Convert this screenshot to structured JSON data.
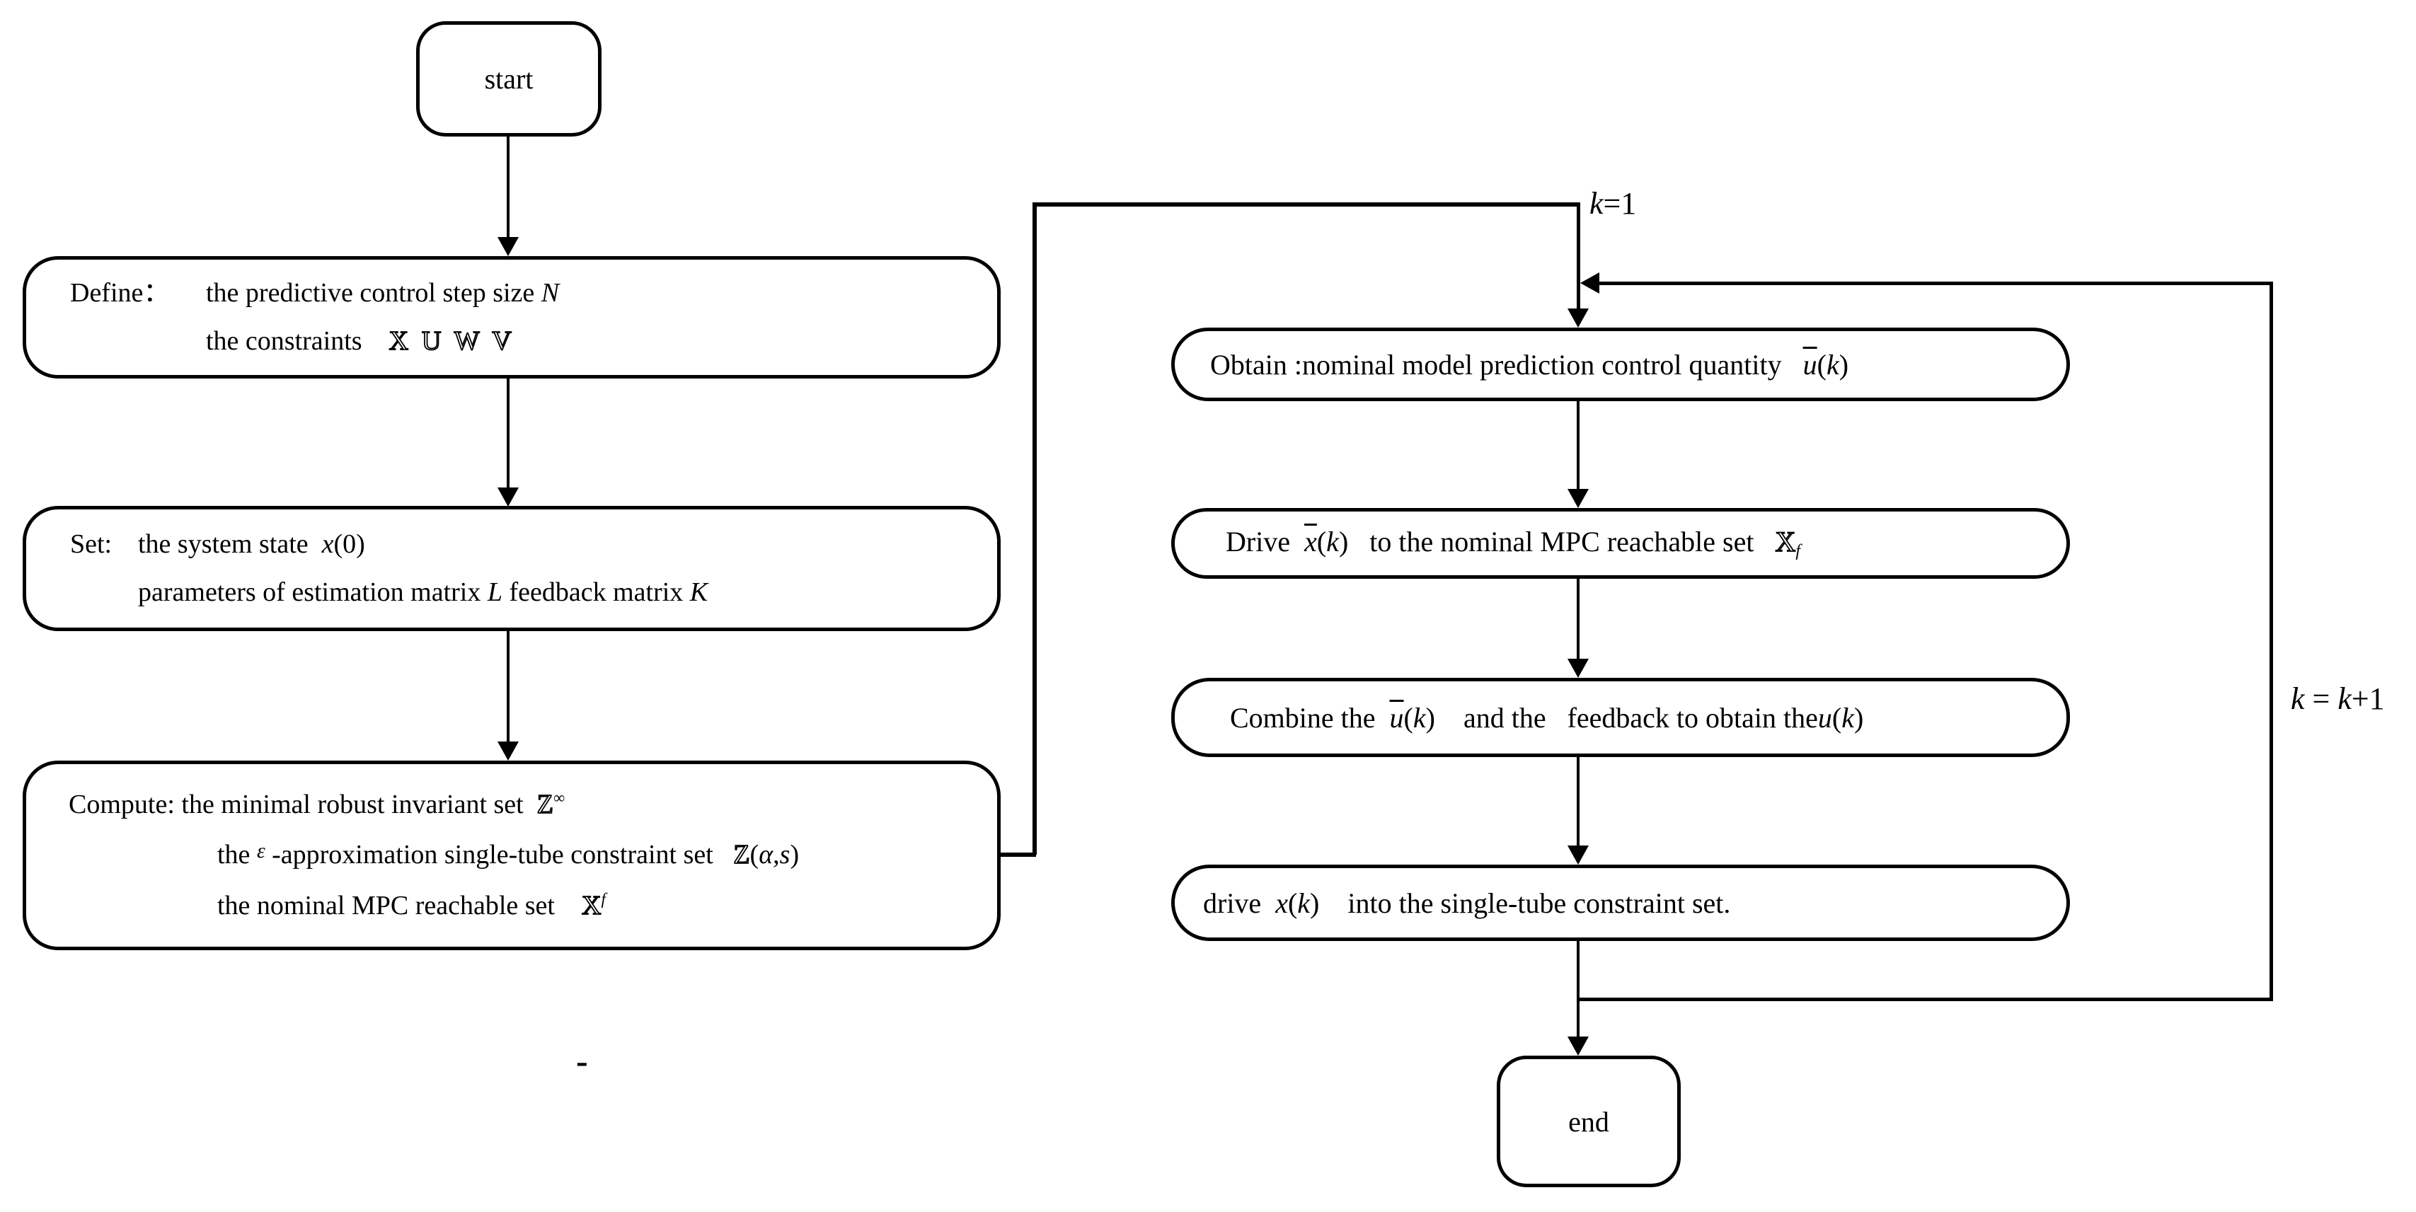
{
  "colors": {
    "ink": "#000000",
    "background": "#ffffff"
  },
  "nodes": {
    "start": {
      "label": [
        {
          "t": "start"
        }
      ]
    },
    "define": {
      "label": [
        {
          "t": "Define："
        }
      ],
      "lines": [
        [
          {
            "t": "the predictive control step size "
          },
          {
            "t": "N",
            "s": "it"
          }
        ],
        [
          {
            "t": "the constraints    "
          },
          {
            "t": "X",
            "s": "bb"
          },
          {
            "t": "  "
          },
          {
            "t": "U",
            "s": "bb"
          },
          {
            "t": "  "
          },
          {
            "t": "W",
            "s": "bb"
          },
          {
            "t": "  "
          },
          {
            "t": "V",
            "s": "bb"
          }
        ]
      ]
    },
    "set": {
      "label": [
        {
          "t": "Set: "
        }
      ],
      "lines": [
        [
          {
            "t": "the system state  "
          },
          {
            "t": "x",
            "s": "it"
          },
          {
            "t": "(0)"
          }
        ],
        [
          {
            "t": "parameters of estimation matrix "
          },
          {
            "t": "L",
            "s": "it"
          },
          {
            "t": " feedback matrix "
          },
          {
            "t": "K",
            "s": "it"
          }
        ]
      ]
    },
    "compute": {
      "lines": [
        [
          {
            "t": "Compute: the minimal robust invariant set  "
          },
          {
            "t": "Z",
            "s": "bb"
          },
          {
            "t": "∞",
            "s": "sub"
          }
        ],
        [
          {
            "t": "the "
          },
          {
            "t": "ε",
            "s": "eps"
          },
          {
            "t": " -approximation single-tube constraint set   "
          },
          {
            "t": "Z",
            "s": "bb"
          },
          {
            "t": "("
          },
          {
            "t": "α",
            "s": "it"
          },
          {
            "t": ","
          },
          {
            "t": "s",
            "s": "it"
          },
          {
            "t": ")"
          }
        ],
        [
          {
            "t": "the nominal MPC reachable set    "
          },
          {
            "t": "X",
            "s": "bb"
          },
          {
            "t": "f",
            "s": "sub it"
          }
        ]
      ]
    },
    "obtain": {
      "lines": [
        [
          {
            "t": "Obtain :nominal model prediction control quantity   "
          },
          {
            "t": "u",
            "s": "it ov"
          },
          {
            "t": "("
          },
          {
            "t": "k",
            "s": "it"
          },
          {
            "t": ")"
          }
        ]
      ]
    },
    "drive_nominal": {
      "lines": [
        [
          {
            "t": "Drive  "
          },
          {
            "t": "x",
            "s": "it ov"
          },
          {
            "t": "("
          },
          {
            "t": "k",
            "s": "it"
          },
          {
            "t": ")"
          },
          {
            "t": "   to the nominal MPC reachable set   "
          },
          {
            "t": "X",
            "s": "bb"
          },
          {
            "t": "f",
            "s": "sub it"
          }
        ]
      ]
    },
    "combine": {
      "lines": [
        [
          {
            "t": "Combine the  "
          },
          {
            "t": "u",
            "s": "it ov"
          },
          {
            "t": "("
          },
          {
            "t": "k",
            "s": "it"
          },
          {
            "t": ")"
          },
          {
            "t": "    and the   feedback to obtain the"
          },
          {
            "t": "u",
            "s": "it"
          },
          {
            "t": "("
          },
          {
            "t": "k",
            "s": "it"
          },
          {
            "t": ")"
          }
        ]
      ]
    },
    "drive_actual": {
      "lines": [
        [
          {
            "t": "drive  "
          },
          {
            "t": "x",
            "s": "it"
          },
          {
            "t": "("
          },
          {
            "t": "k",
            "s": "it"
          },
          {
            "t": ")"
          },
          {
            "t": "    into the single-tube constraint set."
          }
        ]
      ]
    },
    "end": {
      "label": [
        {
          "t": "end"
        }
      ]
    }
  },
  "edge_labels": {
    "k_init": [
      {
        "t": "k",
        "s": "it"
      },
      {
        "t": "=1"
      }
    ],
    "k_increment": [
      {
        "t": "k",
        "s": "it"
      },
      {
        "t": " = "
      },
      {
        "t": "k",
        "s": "it"
      },
      {
        "t": "+1"
      }
    ],
    "stray_dash": [
      {
        "t": "-"
      }
    ]
  }
}
